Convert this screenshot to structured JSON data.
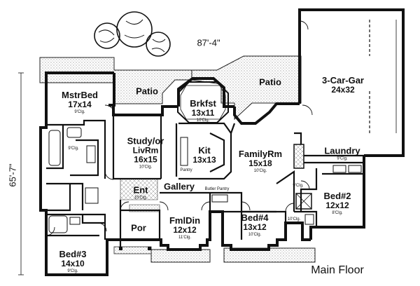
{
  "plan": {
    "title": "Main Floor",
    "overall_width": "87'-4\"",
    "overall_depth": "65'-7\"",
    "rooms": {
      "master_bed": {
        "name": "MstrBed",
        "size": "17x14",
        "ceiling": "9'Clg."
      },
      "patio_left": {
        "name": "Patio"
      },
      "patio_right": {
        "name": "Patio"
      },
      "breakfast": {
        "name": "Brkfst",
        "size": "13x11",
        "ceiling": "10'Clg."
      },
      "garage": {
        "name": "3-Car-Gar",
        "size": "24x32"
      },
      "study": {
        "name": "Study/or",
        "name2": "LivRm",
        "size": "16x15",
        "ceiling": "10'Clg."
      },
      "kitchen": {
        "name": "Kit",
        "size": "13x13",
        "pantry": "Pantry"
      },
      "family": {
        "name": "FamilyRm",
        "size": "15x18",
        "ceiling": "10'Clg."
      },
      "laundry": {
        "name": "Laundry",
        "ceiling": "9'Clg."
      },
      "entry": {
        "name": "Ent",
        "ceiling": "10'Clg."
      },
      "gallery": {
        "name": "Gallery",
        "butler": "Butler Pantry"
      },
      "bed2": {
        "name": "Bed#2",
        "size": "12x12",
        "ceiling": "8'Clg."
      },
      "dining": {
        "name": "FmlDin",
        "size": "12x12",
        "ceiling": "11'Clg."
      },
      "bed4": {
        "name": "Bed#4",
        "size": "13x12",
        "ceiling": "10'Clg."
      },
      "porch": {
        "name": "Por"
      },
      "bed3": {
        "name": "Bed#3",
        "size": "14x10",
        "ceiling": "9'Clg."
      },
      "bath_master": {
        "ceiling": "9'Clg."
      },
      "hall_ceiling": {
        "ceiling": "9'Clg."
      },
      "bath_right": {
        "ceiling": "10'Clg."
      }
    }
  }
}
